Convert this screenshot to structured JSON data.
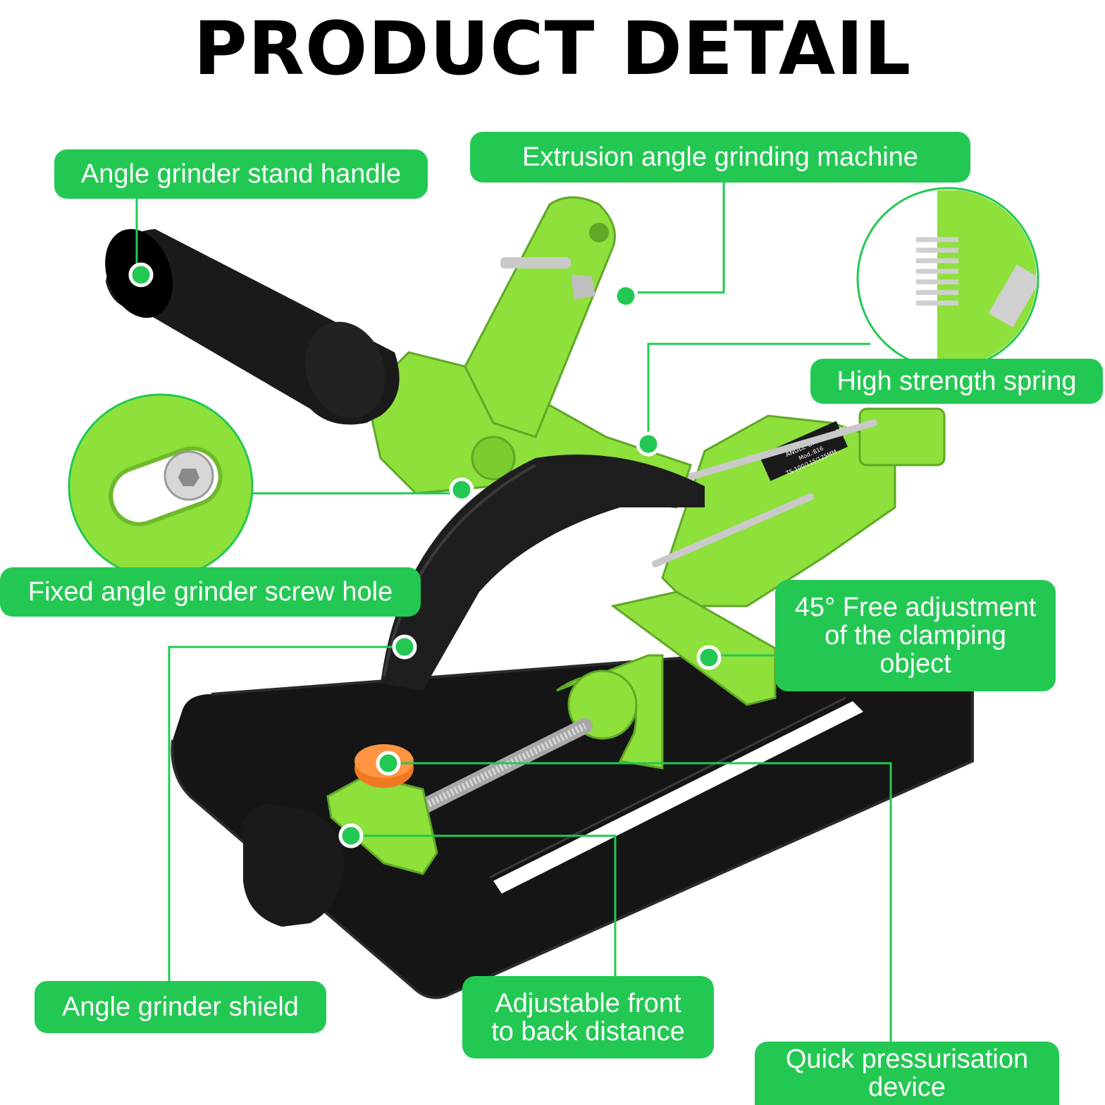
{
  "page": {
    "title": "PRODUCT DETAIL"
  },
  "labels": {
    "handle": "Angle grinder stand handle",
    "extrusion": "Extrusion angle grinding machine",
    "spring": "High strength spring",
    "screw_hole": "Fixed angle grinder screw hole",
    "clamping": "45° Free adjustment\nof the clamping\nobject",
    "shield": "Angle grinder shield",
    "front_back": "Adjustable front\nto back distance",
    "pressurisation": "Quick pressurisation\ndevice"
  },
  "product_plate": {
    "line1": "ANGLE GRINDER STAND",
    "line2": "Mod.:816",
    "line3": "TS 100/115/125MM"
  },
  "colors": {
    "accent_green": "#23c853",
    "product_green": "#8ee03a",
    "product_black": "#141414",
    "knob_orange": "#f07a22"
  }
}
